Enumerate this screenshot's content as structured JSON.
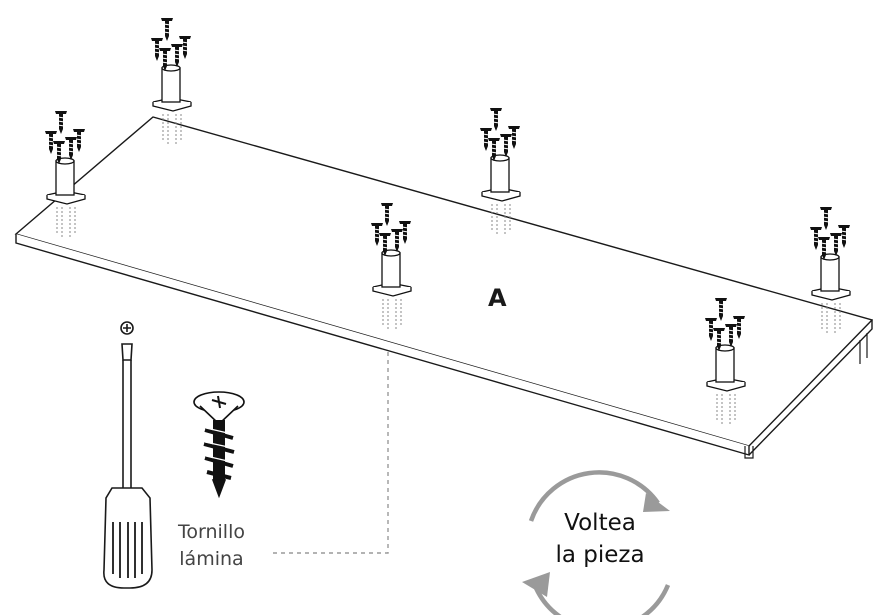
{
  "panel_label": "A",
  "screw_caption": {
    "line1": "Tornillo",
    "line2": "lámina"
  },
  "flip_caption": {
    "line1": "Voltea",
    "line2": "la pieza"
  },
  "colors": {
    "line": "#1a1a1a",
    "guide": "#9a9a9a",
    "arrow": "#9a9a9a"
  },
  "icons": [
    "phillips-screwdriver-icon",
    "wood-screw-icon",
    "rotate-arrows-icon",
    "leg-bracket-icon"
  ]
}
